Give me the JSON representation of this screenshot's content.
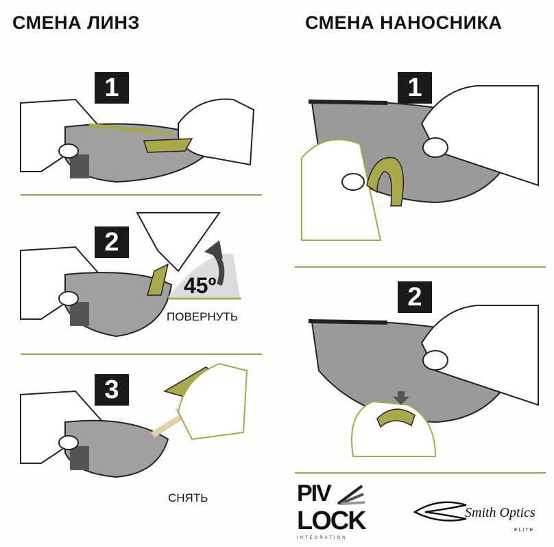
{
  "left": {
    "title": "СМЕНА ЛИНЗ",
    "steps": [
      {
        "number": "1"
      },
      {
        "number": "2",
        "angle": "45º",
        "caption": "ПОВЕРНУТЬ"
      },
      {
        "number": "3",
        "caption": "СНЯТЬ"
      }
    ]
  },
  "right": {
    "title": "СМЕНА НАНОСНИКА",
    "steps": [
      {
        "number": "1"
      },
      {
        "number": "2"
      }
    ]
  },
  "logos": {
    "pivlock": {
      "line1": "PIV",
      "line2": "LOCK",
      "sub": "INTEGRATION"
    },
    "smith": {
      "name": "Smith Optics",
      "sub": "ELITE"
    }
  },
  "colors": {
    "accent": "#9aa25a",
    "olive": "#a9a84a",
    "lens": "#9a9a9a",
    "ink": "#111111"
  }
}
